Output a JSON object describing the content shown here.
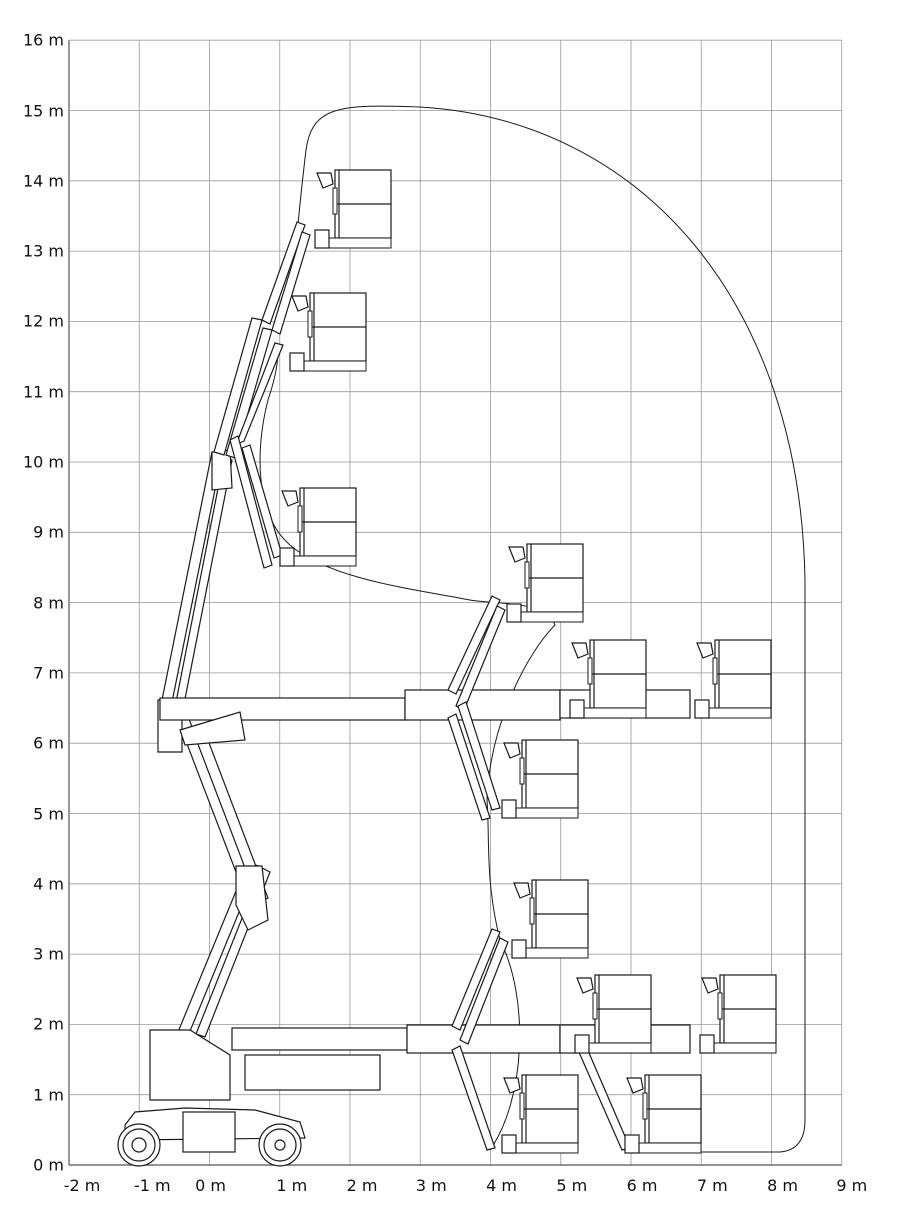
{
  "diagram": {
    "type": "working-range-diagram",
    "y_axis": {
      "labels": [
        "0 m",
        "1 m",
        "2 m",
        "3 m",
        "4 m",
        "5 m",
        "6 m",
        "7 m",
        "8 m",
        "9 m",
        "10 m",
        "11 m",
        "12 m",
        "13 m",
        "14 m",
        "15 m",
        "16 m"
      ],
      "range_m": [
        0,
        16
      ]
    },
    "x_axis": {
      "labels": [
        "-2 m",
        "-1 m",
        "0 m",
        "1 m",
        "2 m",
        "3 m",
        "4 m",
        "5 m",
        "6 m",
        "7 m",
        "8 m",
        "9 m"
      ],
      "range_m": [
        -2,
        9
      ]
    },
    "max_platform_height_m": 15,
    "max_outreach_m": 8.4,
    "line_color": "#1a1a1a",
    "grid_color": "#9a9a9a"
  }
}
